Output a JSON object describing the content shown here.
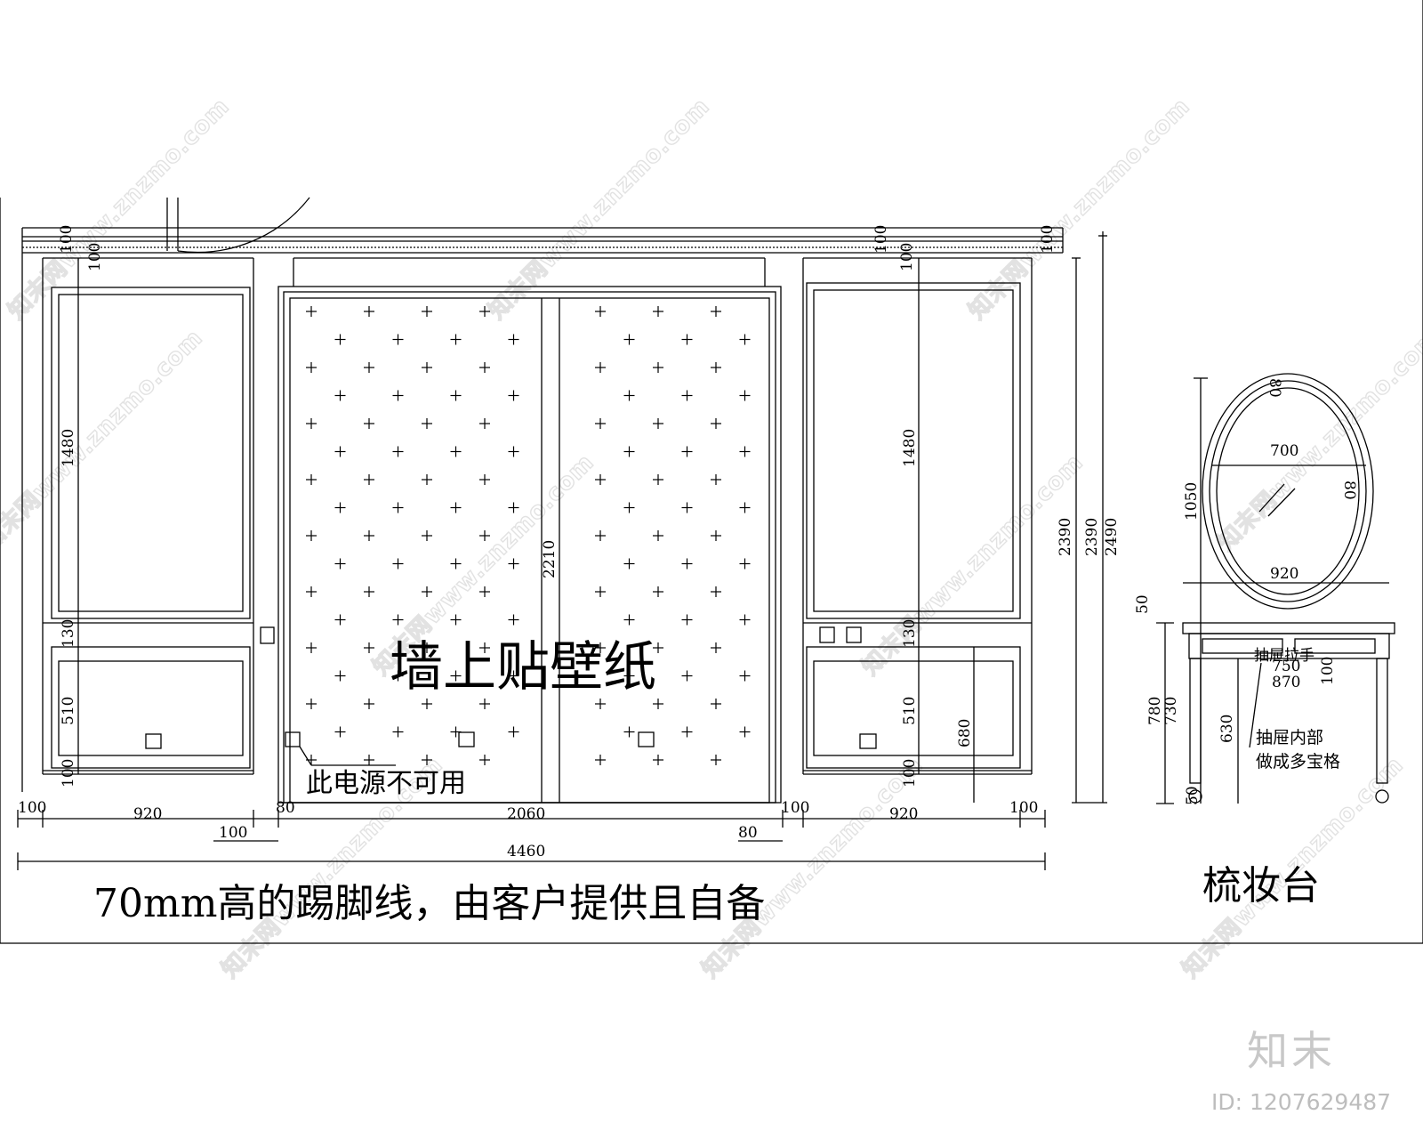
{
  "drawing": {
    "dimensions": {
      "top_100_a": "100",
      "top_100_b": "100",
      "top_100_c": "100",
      "top_100_d": "100",
      "left_panel_h": "1480",
      "right_panel_h": "1480",
      "left_gap_130": "130",
      "right_gap_130": "130",
      "left_low_510": "510",
      "right_low_510": "510",
      "left_base_100": "100",
      "right_base_100": "100",
      "center_h": "2210",
      "h_2390_a": "2390",
      "h_2390_b": "2390",
      "h_2490": "2490",
      "h_680": "680",
      "w_100_l": "100",
      "w_920_l": "920",
      "w_80_l": "80",
      "w_2060": "2060",
      "w_100_m": "100",
      "w_920_r": "920",
      "w_100_r": "100",
      "w_100_sub": "100",
      "w_80_sub": "80",
      "w_total": "4460"
    },
    "labels": {
      "wallpaper": "墙上贴壁纸",
      "power_note": "此电源不可用",
      "skirting_note": "70mm高的踢脚线，由客户提供且自备",
      "dresser_title": "梳妆台"
    },
    "dresser": {
      "mirror_w": "700",
      "mirror_frame": "80",
      "mirror_top": "80",
      "mirror_h": "1050",
      "mirror_outer_w": "920",
      "top_thk": "50",
      "table_h_a": "780",
      "table_h_b": "730",
      "drawer_750": "750",
      "drawer_870": "870",
      "drawer_100": "100",
      "leg_630": "630",
      "foot_50": "50",
      "note_line1": "抽屉内部",
      "note_line2": "做成多宝格",
      "drawer_label": "抽屉拉手"
    }
  },
  "watermark": {
    "text": "知末网www.znzmo.com",
    "brand": "知末",
    "id_text": "ID: 1207629487"
  }
}
